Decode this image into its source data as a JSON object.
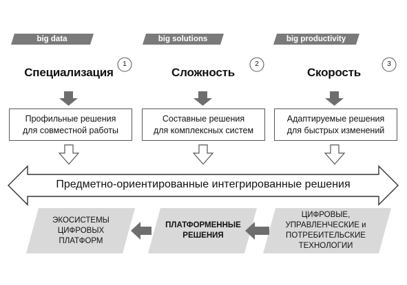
{
  "tags": [
    "big data",
    "big solutions",
    "big productivity"
  ],
  "columns": [
    {
      "number": "1",
      "title": "Специализация",
      "box_lines": [
        "Профильные решения",
        "для совместной работы"
      ]
    },
    {
      "number": "2",
      "title": "Сложность",
      "box_lines": [
        "Составные решения",
        "для комплексных систем"
      ]
    },
    {
      "number": "3",
      "title": "Скорость",
      "box_lines": [
        "Адаптируемые решения",
        "для быстрых изменений"
      ]
    }
  ],
  "banner": "Предметно-ориентированные интегрированные решения",
  "bottom": [
    {
      "lines": [
        "ЭКОСИСТЕМЫ",
        "ЦИФРОВЫХ",
        "ПЛАТФОРМ"
      ]
    },
    {
      "lines": [
        "ПЛАТФОРМЕННЫЕ",
        "РЕШЕНИЯ"
      ]
    },
    {
      "lines": [
        "ЦИФРОВЫЕ,",
        "УПРАВЛЕНЧЕСКИЕ и",
        "ПОТРЕБИТЕЛЬСКИЕ",
        "ТЕХНОЛОГИИ"
      ]
    }
  ],
  "colors": {
    "tag": "#7a7a7a",
    "dark_arrow": "#6e6e6e",
    "parallelogram": "#d9d9d9",
    "outline": "#555555"
  }
}
